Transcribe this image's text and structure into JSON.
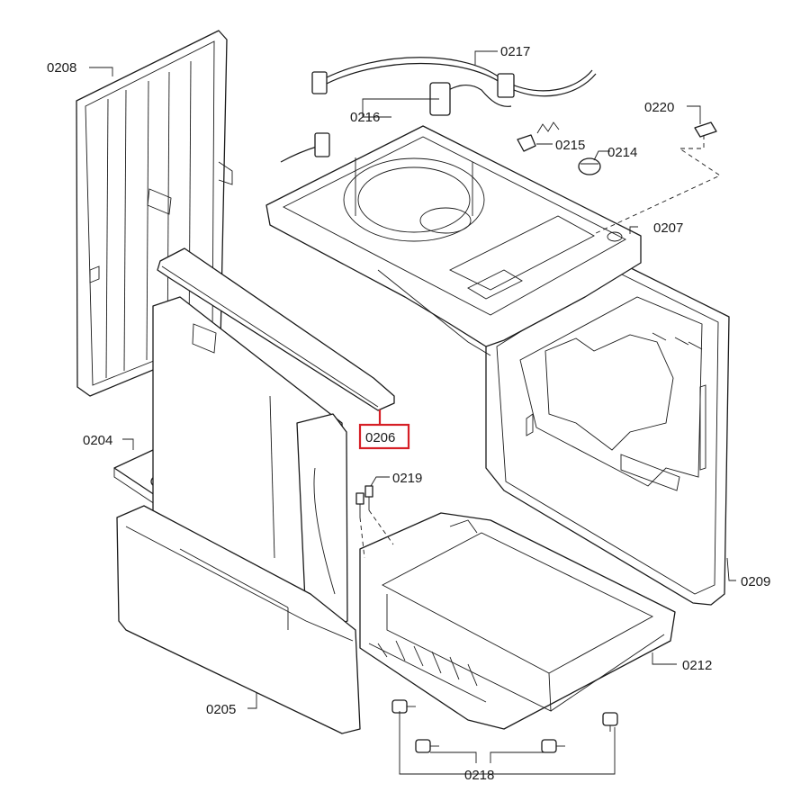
{
  "callouts": {
    "p0204": "0204",
    "p0205": "0205",
    "p0206": "0206",
    "p0207": "0207",
    "p0208": "0208",
    "p0209": "0209",
    "p0212": "0212",
    "p0214": "0214",
    "p0215": "0215",
    "p0216": "0216",
    "p0217": "0217",
    "p0218": "0218",
    "p0219": "0219",
    "p0220": "0220"
  },
  "highlight": {
    "part": "0206",
    "color": "#d61f26"
  }
}
